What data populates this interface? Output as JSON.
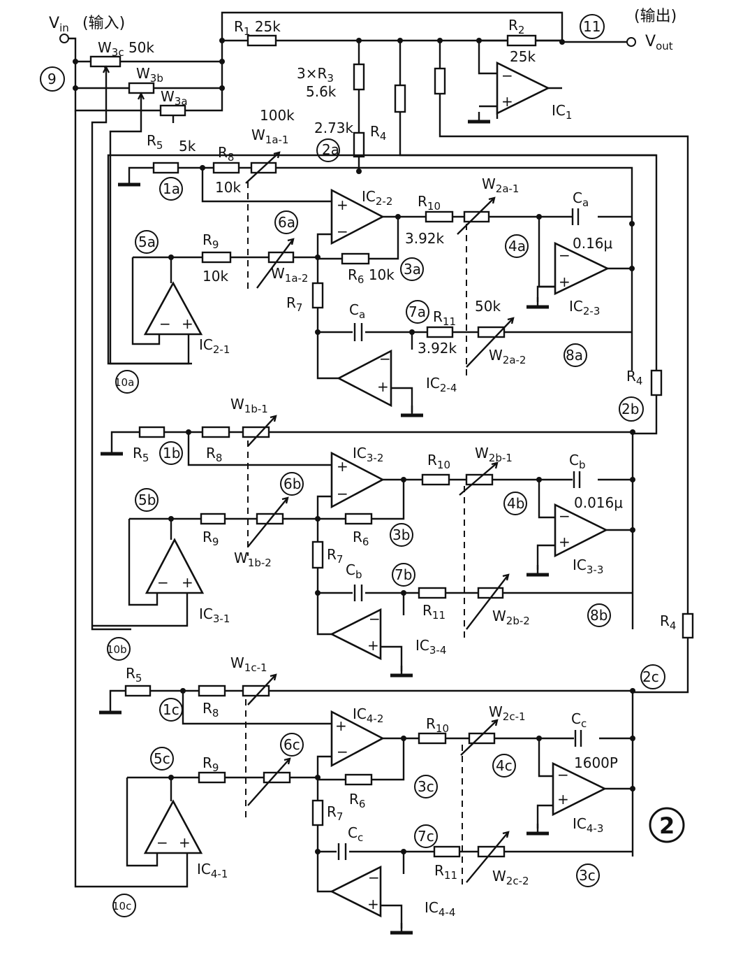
{
  "title_input": "V",
  "title_input_sub": "in",
  "title_input_cn": "(输入)",
  "title_output": "V",
  "title_output_sub": "out",
  "title_output_cn": "(输出)",
  "figure_number": "2",
  "resistors": {
    "r1": "R",
    "r1_sub": "1",
    "r1_val": "25k",
    "r2": "R",
    "r2_sub": "2",
    "r2_val": "25k",
    "r3": "3×R",
    "r3_sub": "3",
    "r3_val": "5.6k",
    "r4_val": "2.73k",
    "r4": "R",
    "r4_sub": "4",
    "w3c": "W",
    "w3c_sub": "3c",
    "w3c_val": "50k",
    "w3b": "W",
    "w3b_sub": "3b",
    "w3a": "W",
    "w3a_sub": "3a",
    "r5": "R",
    "r5_sub": "5",
    "r5_val": "5k",
    "r8": "R",
    "r8_sub": "8",
    "r8_val": "10k",
    "w1a1_val": "100k",
    "w1a1": "W",
    "w1a1_sub": "1a-1",
    "r9": "R",
    "r9_sub": "9",
    "r9_val": "10k",
    "w1a2": "W",
    "w1a2_sub": "1a-2",
    "r6": "R",
    "r6_sub": "6",
    "r6_val": "10k",
    "r7": "R",
    "r7_sub": "7",
    "r10": "R",
    "r10_sub": "10",
    "r10_val": "3.92k",
    "w2a1": "W",
    "w2a1_sub": "2a-1",
    "r11": "R",
    "r11_sub": "11",
    "r11_val": "3.92k",
    "w2a2_val": "50k",
    "w2a2": "W",
    "w2a2_sub": "2a-2",
    "ca": "C",
    "ca_sub": "a",
    "ca_val": "0.16μ",
    "cb": "C",
    "cb_sub": "b",
    "cb_val": "0.016μ",
    "cc": "C",
    "cc_sub": "c",
    "cc_val": "1600P",
    "w1b1": "W",
    "w1b1_sub": "1b-1",
    "w1b2": "W",
    "w1b2_sub": "1b-2",
    "w2b1": "W",
    "w2b1_sub": "2b-1",
    "w2b2": "W",
    "w2b2_sub": "2b-2",
    "w1c1": "W",
    "w1c1_sub": "1c-1",
    "w2c1": "W",
    "w2c1_sub": "2c-1",
    "w2c2": "W",
    "w2c2_sub": "2c-2"
  },
  "ics": {
    "ic1": "IC",
    "ic1_sub": "1",
    "ic21": "IC",
    "ic21_sub": "2-1",
    "ic22": "IC",
    "ic22_sub": "2-2",
    "ic23": "IC",
    "ic23_sub": "2-3",
    "ic24": "IC",
    "ic24_sub": "2-4",
    "ic31": "IC",
    "ic31_sub": "3-1",
    "ic32": "IC",
    "ic32_sub": "3-2",
    "ic33": "IC",
    "ic33_sub": "3-3",
    "ic34": "IC",
    "ic34_sub": "3-4",
    "ic41": "IC",
    "ic41_sub": "4-1",
    "ic42": "IC",
    "ic42_sub": "4-2",
    "ic43": "IC",
    "ic43_sub": "4-3",
    "ic44": "IC",
    "ic44_sub": "4-4"
  },
  "nodes": {
    "n9": "9",
    "n11": "11",
    "n1a": "1a",
    "n2a": "2a",
    "n3a": "3a",
    "n4a": "4a",
    "n5a": "5a",
    "n6a": "6a",
    "n7a": "7a",
    "n8a": "8a",
    "n10a": "10a",
    "n1b": "1b",
    "n2b": "2b",
    "n3b": "3b",
    "n4b": "4b",
    "n5b": "5b",
    "n6b": "6b",
    "n7b": "7b",
    "n8b": "8b",
    "n10b": "10b",
    "n1c": "1c",
    "n2c": "2c",
    "n3c": "3c",
    "n4c": "4c",
    "n5c": "5c",
    "n6c": "6c",
    "n7c": "7c",
    "n3c2": "3c",
    "n10c": "10c"
  },
  "pins": {
    "plus": "+",
    "minus": "−"
  }
}
